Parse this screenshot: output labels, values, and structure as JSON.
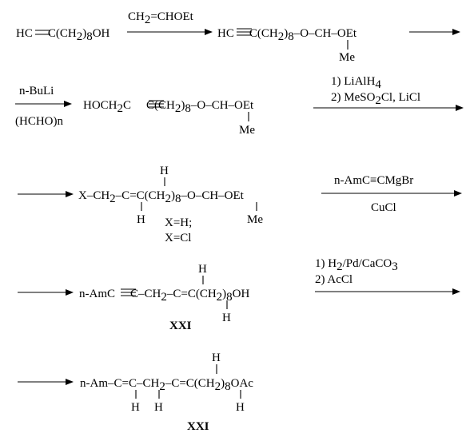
{
  "row1": {
    "reactant": [
      "HC",
      "C(CH",
      "2",
      ")",
      "8",
      "OH"
    ],
    "reagent": [
      "CH",
      "2",
      "=CHOEt"
    ],
    "product": [
      "HC",
      "C(CH",
      "2",
      ")",
      "8",
      "–O–CH–OEt"
    ],
    "product_me": "Me"
  },
  "row2": {
    "reagent_top": "n-BuLi",
    "reagent_bottom": "(HCHO)n",
    "product": [
      "HOCH",
      "2",
      "C",
      "C(CH",
      "2",
      ")",
      "8",
      "–O–CH–OEt"
    ],
    "product_me": "Me",
    "step1": [
      "1) LiAlH",
      "4"
    ],
    "step2": [
      "2)  MeSO",
      "2",
      "Cl, LiCl"
    ]
  },
  "row3": {
    "product_left": [
      "X–CH",
      "2",
      "–C",
      "=C(CH",
      "2",
      ")",
      "8",
      "–O–CH–OEt"
    ],
    "h_top": "H",
    "h_bottom": "H",
    "product_me": "Me",
    "x_option1": "X=H;",
    "x_option2": "X=Cl",
    "reagent_top": "n-AmC≡CMgBr",
    "reagent_bottom": "CuCl"
  },
  "row4": {
    "product": [
      "n-AmC",
      "C–CH",
      "2",
      "–C",
      "=C(CH",
      "2",
      ")",
      "8",
      "OH"
    ],
    "h_top": "H",
    "h_bottom": "H",
    "label": "XXI",
    "step1": [
      "1) H",
      "2",
      "/Pd/CaCO",
      "3"
    ],
    "step2": "2) AcCl"
  },
  "row5": {
    "product": [
      "n-Am–C",
      "=C–CH",
      "2",
      "–C",
      "=C(CH",
      "2",
      ")",
      "8",
      "OAc"
    ],
    "h_top": "H",
    "h1": "H",
    "h2": "H",
    "h3": "H",
    "label": "XXI"
  }
}
